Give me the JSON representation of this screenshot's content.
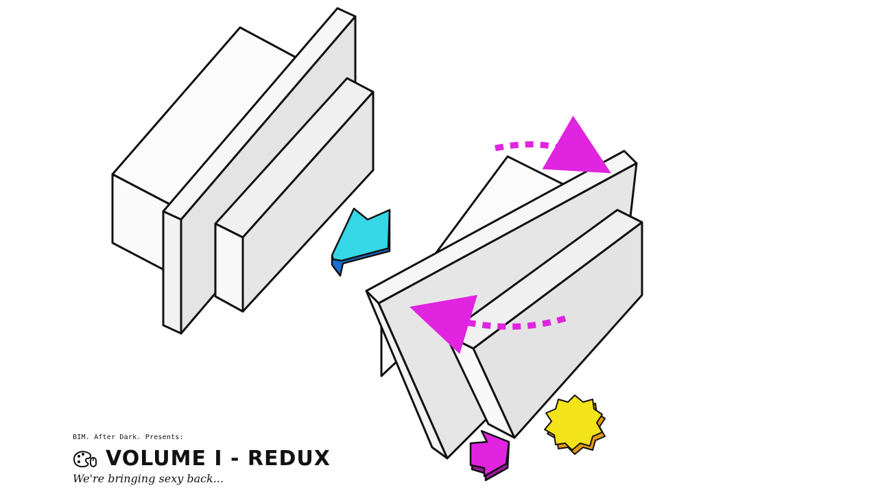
{
  "branding": {
    "presents": "BIM. After Dark. Presents:",
    "title": "VOLUME I - REDUX",
    "tagline": "We're bringing sexy back...",
    "logo_icon": "palette-mouse-icon"
  },
  "colors": {
    "background": "#ffffff",
    "block_face": "#f4f4f4",
    "block_shade": "#d9d9d9",
    "outline": "#111111",
    "cyan_arrow": "#35d6e6",
    "cyan_arrow_shadow": "#1a6fd0",
    "magenta": "#e024e0",
    "yellow_gear": "#f2e31a",
    "yellow_gear_edge": "#e39a12"
  },
  "icons": [
    "cyan-arrow-icon",
    "magenta-arrow-icon",
    "yellow-gear-icon",
    "rotation-arc-icon"
  ]
}
